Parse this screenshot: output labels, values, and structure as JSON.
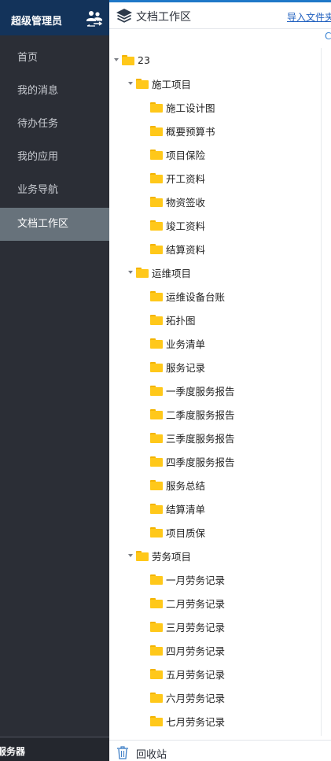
{
  "sidebar": {
    "user": "超级管理员",
    "items": [
      {
        "label": "首页"
      },
      {
        "label": "我的消息"
      },
      {
        "label": "待办任务"
      },
      {
        "label": "我的应用"
      },
      {
        "label": "业务导航"
      },
      {
        "label": "文档工作区",
        "active": true
      }
    ],
    "footer": "服务器"
  },
  "main": {
    "title": "文档工作区",
    "import_link": "导入文件夹",
    "refresh_glyph": "C",
    "recycle_label": "回收站"
  },
  "tree": {
    "root": "23",
    "groups": [
      {
        "label": "施工项目",
        "children": [
          "施工设计图",
          "概要预算书",
          "项目保险",
          "开工资料",
          "物资签收",
          "竣工资料",
          "结算资料"
        ]
      },
      {
        "label": "运维项目",
        "children": [
          "运维设备台账",
          "拓扑图",
          "业务清单",
          "服务记录",
          "一季度服务报告",
          "二季度服务报告",
          "三季度服务报告",
          "四季度服务报告",
          "服务总结",
          "结算清单",
          "项目质保"
        ]
      },
      {
        "label": "劳务项目",
        "children": [
          "一月劳务记录",
          "二月劳务记录",
          "三月劳务记录",
          "四月劳务记录",
          "五月劳务记录",
          "六月劳务记录",
          "七月劳务记录"
        ]
      }
    ]
  },
  "colors": {
    "sidebar_bg": "#2b2e36",
    "sidebar_header_bg": "#13335a",
    "sidebar_active_bg": "#67727b",
    "link": "#1f5fbf",
    "folder": "#ffc81a",
    "accent": "#1f78c8"
  }
}
